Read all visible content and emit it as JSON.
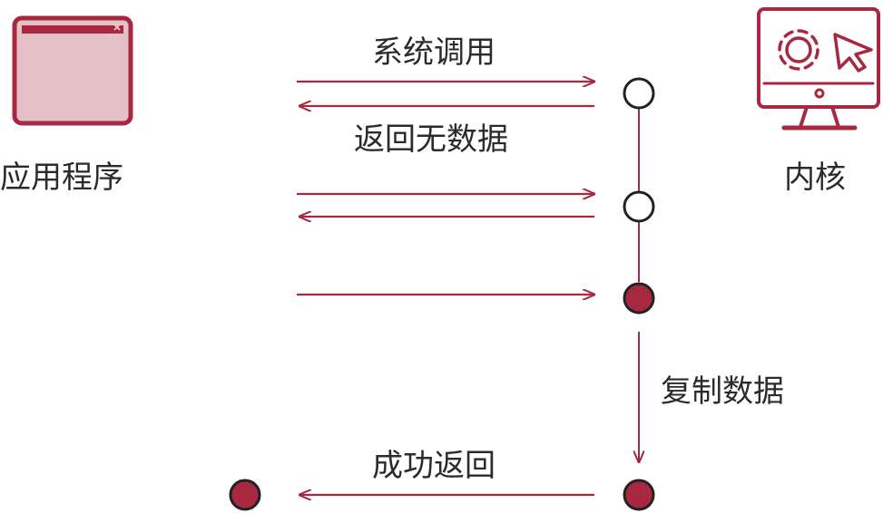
{
  "colors": {
    "accent": "#a8283f",
    "accent_fill": "#e3c1c6",
    "text": "#2b2b2b",
    "hollow": "#ffffff"
  },
  "actors": {
    "application": {
      "label": "应用程序",
      "icon": "app-window-icon"
    },
    "kernel": {
      "label": "内核",
      "icon": "monitor-gear-cursor-icon"
    }
  },
  "messages": {
    "system_call": "系统调用",
    "return_no_data": "返回无数据",
    "copy_data": "复制数据",
    "return_success": "成功返回"
  },
  "kernel_states": [
    "empty",
    "empty",
    "filled",
    "filled"
  ]
}
